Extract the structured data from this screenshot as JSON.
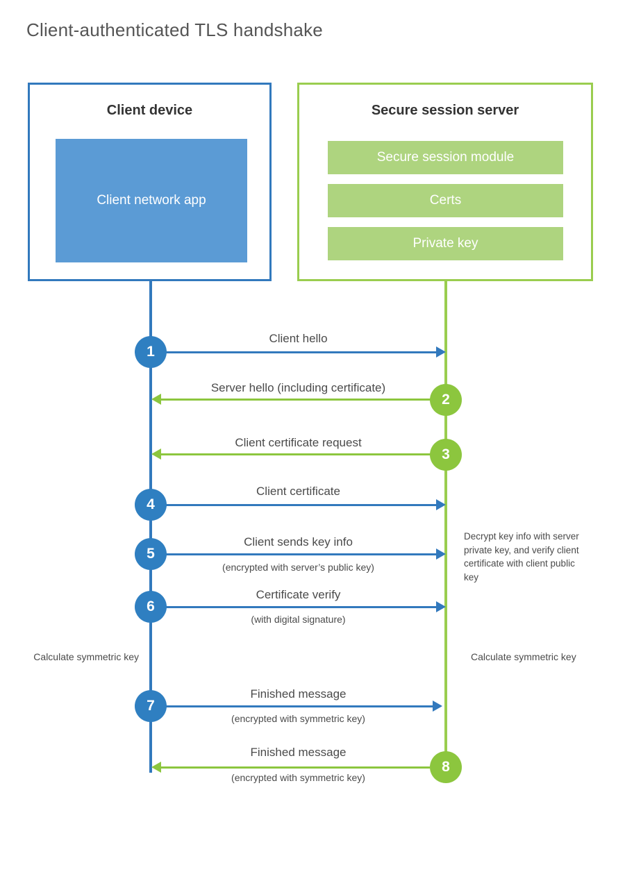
{
  "page": {
    "title": "Client-authenticated TLS handshake"
  },
  "colors": {
    "client_blue": "#3279bd",
    "client_app_fill": "#5b9bd5",
    "server_green": "#9acd4f",
    "server_block_fill": "#aed47f",
    "arrow_blue": "#3279bd",
    "arrow_green": "#8cc63e",
    "text": "#4a4a4a"
  },
  "client": {
    "title": "Client device",
    "app_label": "Client network app"
  },
  "server": {
    "title": "Secure session server",
    "blocks": [
      {
        "label": "Secure session module"
      },
      {
        "label": "Certs"
      },
      {
        "label": "Private key"
      }
    ]
  },
  "steps": [
    {
      "number": "1",
      "label": "Client hello",
      "sublabel": "",
      "direction": "to-server"
    },
    {
      "number": "2",
      "label": "Server hello (including certificate)",
      "sublabel": "",
      "direction": "to-client"
    },
    {
      "number": "3",
      "label": "Client certificate request",
      "sublabel": "",
      "direction": "to-client"
    },
    {
      "number": "4",
      "label": "Client certificate",
      "sublabel": "",
      "direction": "to-server"
    },
    {
      "number": "5",
      "label": "Client sends key info",
      "sublabel": "(encrypted with server’s public key)",
      "direction": "to-server"
    },
    {
      "number": "6",
      "label": "Certificate verify",
      "sublabel": "(with digital signature)",
      "direction": "to-server"
    },
    {
      "number": "7",
      "label": "Finished message",
      "sublabel": "(encrypted with symmetric key)",
      "direction": "to-server"
    },
    {
      "number": "8",
      "label": "Finished message",
      "sublabel": "(encrypted with symmetric key)",
      "direction": "to-client"
    }
  ],
  "notes": {
    "server_decrypt": "Decrypt key info with server private key, and verify client certificate with client public key",
    "client_symmetric": "Calculate symmetric key",
    "server_symmetric": "Calculate symmetric key"
  }
}
